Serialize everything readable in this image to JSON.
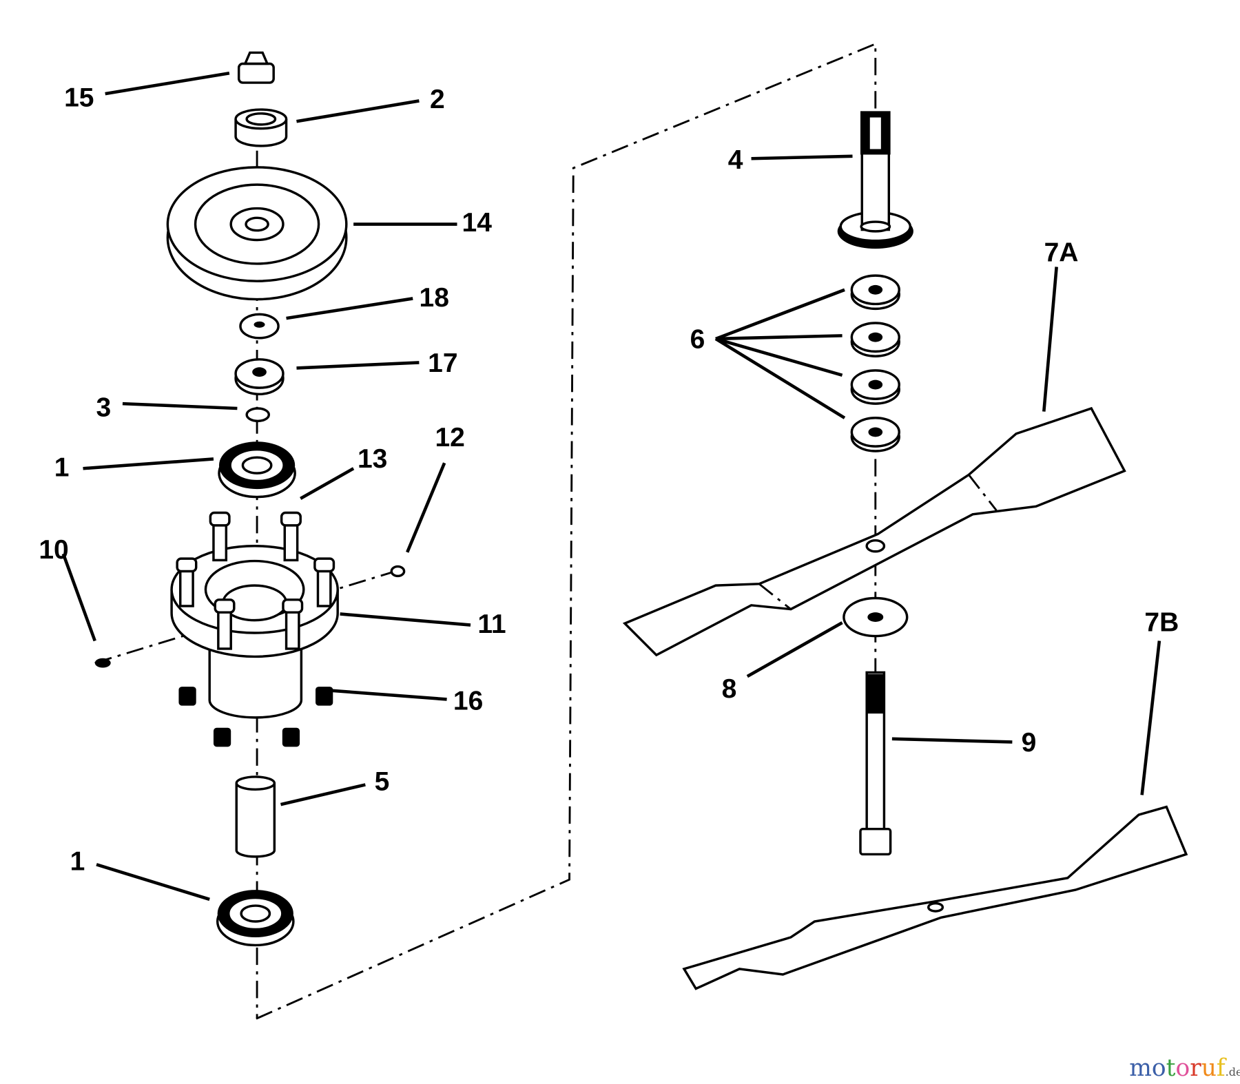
{
  "diagram": {
    "type": "exploded-parts-view",
    "callouts": {
      "n15": "15",
      "n2": "2",
      "n14": "14",
      "n18": "18",
      "n17": "17",
      "n3": "3",
      "n1a": "1",
      "n13": "13",
      "n12": "12",
      "n10": "10",
      "n11": "11",
      "n16": "16",
      "n5": "5",
      "n1b": "1",
      "n4": "4",
      "n7a": "7A",
      "n6": "6",
      "n8": "8",
      "n9": "9",
      "n7b": "7B"
    }
  },
  "watermark": {
    "letters": [
      "m",
      "o",
      "t",
      "o",
      "r",
      "u",
      "f"
    ],
    "suffix": ".de",
    "colors": [
      "#3b5fa8",
      "#3b5fa8",
      "#3aa040",
      "#e0509a",
      "#d83a2a",
      "#f08a1a",
      "#e8c020"
    ]
  }
}
